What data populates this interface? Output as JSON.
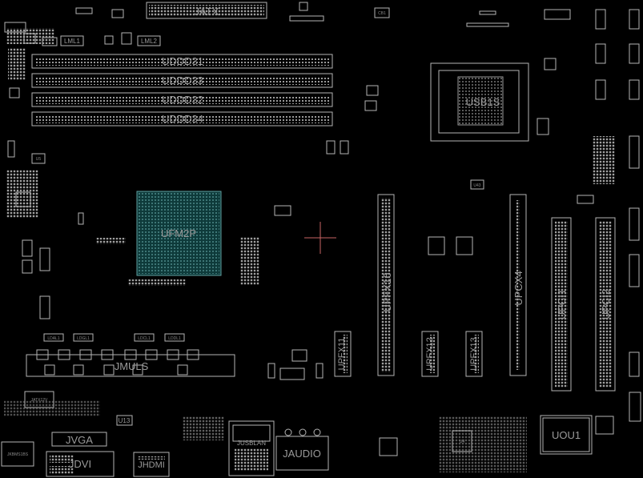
{
  "board": {
    "background": "#000000",
    "outline_color": "#b4b4b4",
    "pad_color": "#c8c8c8",
    "chip_fill_color": "#0e3a3a",
    "cursor_color": "#c86464"
  },
  "labels": {
    "jatx": "JATX",
    "dimm1": "UDDD31",
    "dimm2": "UDDD33",
    "dimm3": "UDDD32",
    "dimm4": "UDDD34",
    "cpu": "UFM2P",
    "pch": "USB1S",
    "pcie_x16": "UPFX16",
    "pcie_x4": "UPCX4",
    "pci1": "UPCI1",
    "pci2": "UPCI2",
    "pcie_x1_a": "UPFX11",
    "pcie_x1_b": "UPFX12",
    "pcie_x1_c": "UPFX13",
    "back_io": "JMULS",
    "vga": "JVGA",
    "dvi": "JDVI",
    "hdmi": "JHDMI",
    "usblan": "JUSBLAN",
    "audio": "JAUDIO",
    "u13": "U13",
    "uou1": "UOU1",
    "u5": "U5",
    "u43": "U43",
    "lml1": "LML1",
    "lml2": "LML2",
    "ldl1": "LDAL1",
    "ldl2": "LDGL1",
    "ldl3": "LDCL1",
    "ldl4": "LDDL1",
    "jatx12v": "JATX12V",
    "jkbms": "JKBMS1BS",
    "cb1": "CB1",
    "u4": "U4"
  }
}
